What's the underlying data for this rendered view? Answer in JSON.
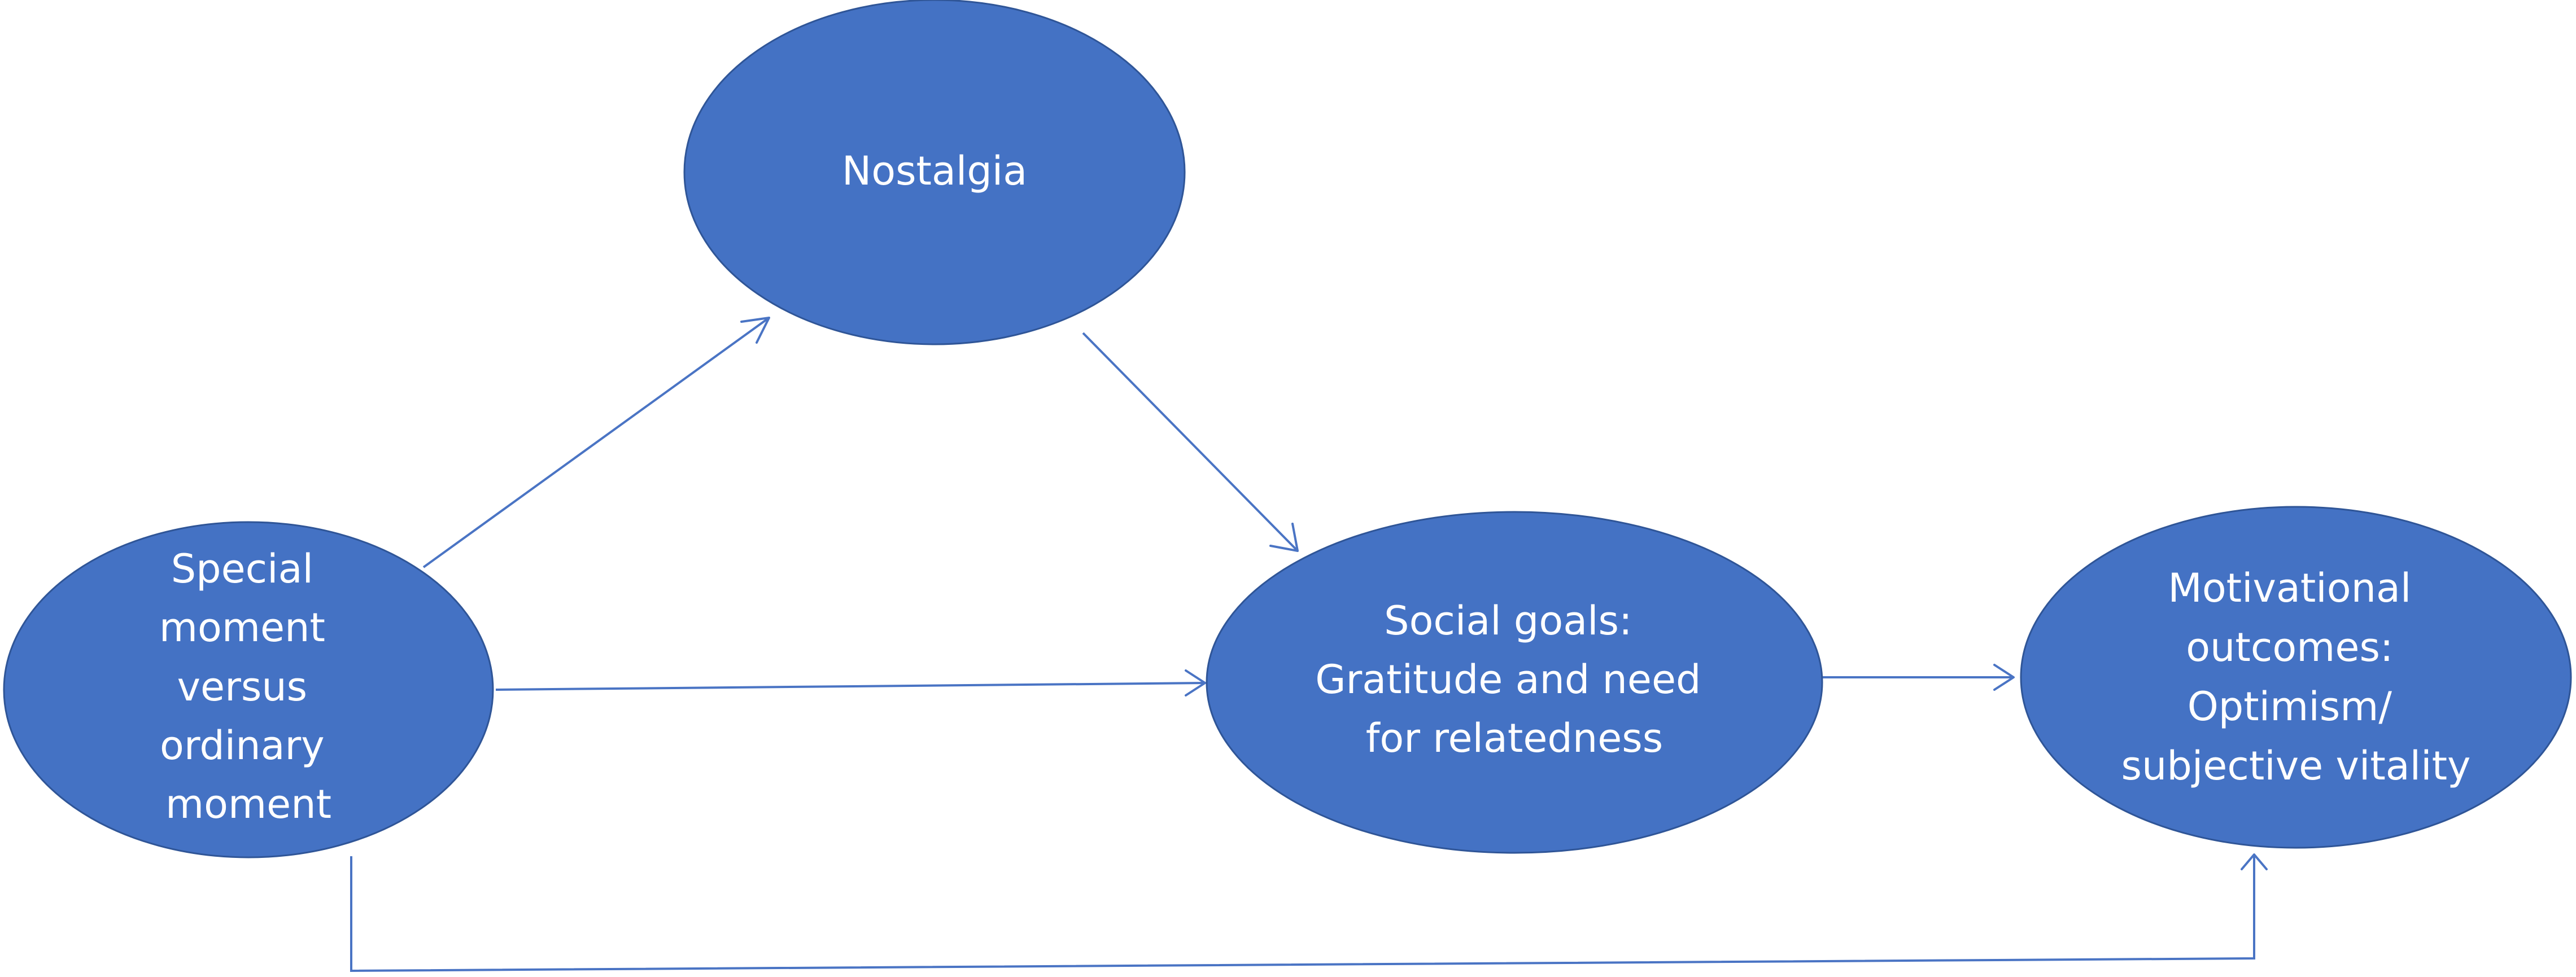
{
  "diagram": {
    "nodes": {
      "special_moment": {
        "lines": [
          "Special",
          "moment",
          "versus",
          "ordinary",
          "moment"
        ]
      },
      "nostalgia": {
        "lines": [
          "Nostalgia"
        ]
      },
      "social_goals": {
        "lines": [
          "Social goals:",
          "Gratitude and need",
          "for relatedness"
        ]
      },
      "motivational_outcomes": {
        "lines": [
          "Motivational",
          "outcomes:",
          "Optimism/",
          "subjective vitality"
        ]
      }
    },
    "edges": [
      {
        "from": "special_moment",
        "to": "nostalgia"
      },
      {
        "from": "nostalgia",
        "to": "social_goals"
      },
      {
        "from": "special_moment",
        "to": "social_goals"
      },
      {
        "from": "social_goals",
        "to": "motivational_outcomes"
      },
      {
        "from": "special_moment",
        "to": "motivational_outcomes"
      }
    ],
    "colors": {
      "node_fill": "#4472c4",
      "node_stroke": "#2f5597",
      "edge": "#4a74c4",
      "label": "#ffffff"
    }
  }
}
